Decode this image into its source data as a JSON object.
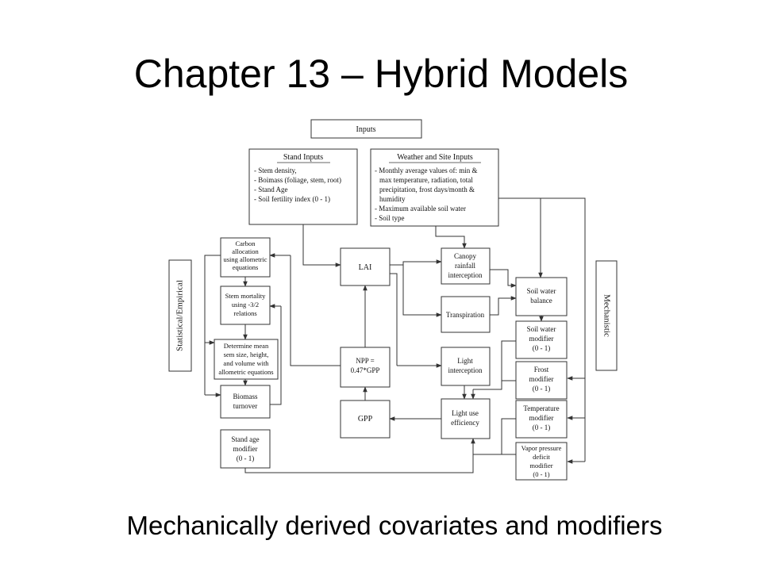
{
  "slide": {
    "title": "Chapter 13 – Hybrid Models",
    "caption": "Mechanically derived covariates and modifiers"
  },
  "diagram": {
    "inputs": "Inputs",
    "stand_inputs": {
      "heading": "Stand Inputs",
      "lines": [
        "- Stem density,",
        "- Boimass (foliage, stem, root)",
        "- Stand Age",
        "- Soil fertility index (0 - 1)"
      ]
    },
    "weather_inputs": {
      "heading": "Weather and Site Inputs",
      "lines": [
        "- Monthly average values of: min &",
        "max temperature, radiation, total",
        "precipitation, frost days/month &",
        "humidity",
        "- Maximum available soil water",
        "- Soil type"
      ]
    },
    "carbon_allocation": [
      "Carbon",
      "allocation",
      "using allometric",
      "equations"
    ],
    "stem_mortality": [
      "Stem mortality",
      "using -3/2",
      "relations"
    ],
    "determine_mean": [
      "Determine mean",
      "sem size, height,",
      "and volume with",
      "allometric equations"
    ],
    "biomass_turnover": [
      "Biomass",
      "turnover"
    ],
    "stand_age_modifier": [
      "Stand age",
      "modifier",
      "(0 - 1)"
    ],
    "lai": "LAI",
    "npp": [
      "NPP =",
      "0.47*GPP"
    ],
    "gpp": "GPP",
    "canopy_interception": [
      "Canopy",
      "rainfall",
      "interception"
    ],
    "transpiration": "Transpiration",
    "light_interception": [
      "Light",
      "interception"
    ],
    "light_use_efficiency": [
      "Light use",
      "efficiency"
    ],
    "soil_water_balance": [
      "Soil water",
      "balance"
    ],
    "soil_water_modifier": [
      "Soil water",
      "modifier",
      "(0 - 1)"
    ],
    "frost_modifier": [
      "Frost",
      "modifier",
      "(0 - 1)"
    ],
    "temperature_modifier": [
      "Temperature",
      "modifier",
      "(0 - 1)"
    ],
    "vpd_modifier": [
      "Vapor pressure",
      "deficit",
      "modifier",
      "(0 - 1)"
    ],
    "statistical_label": "Statistical/Empirical",
    "mechanistic_label": "Mechanistic"
  }
}
